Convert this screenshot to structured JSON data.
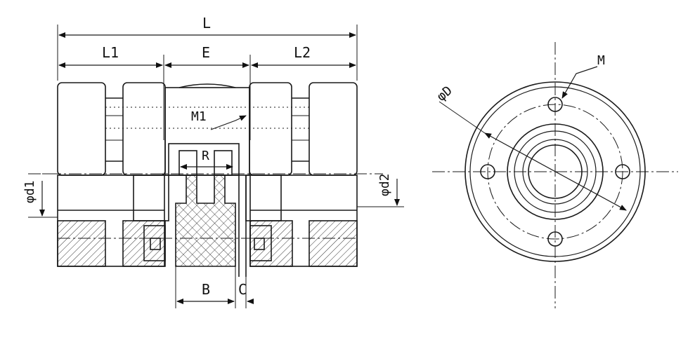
{
  "diagram": {
    "labels": {
      "L": "L",
      "L1": "L1",
      "E": "E",
      "L2": "L2",
      "M1": "M1",
      "R": "R",
      "phi_d1": "φd1",
      "phi_d2": "φd2",
      "B": "B",
      "C": "C",
      "M": "M",
      "phi_D": "φD"
    },
    "colors": {
      "line": "#1a1a1a",
      "hatch": "#333333",
      "background": "#ffffff"
    }
  }
}
